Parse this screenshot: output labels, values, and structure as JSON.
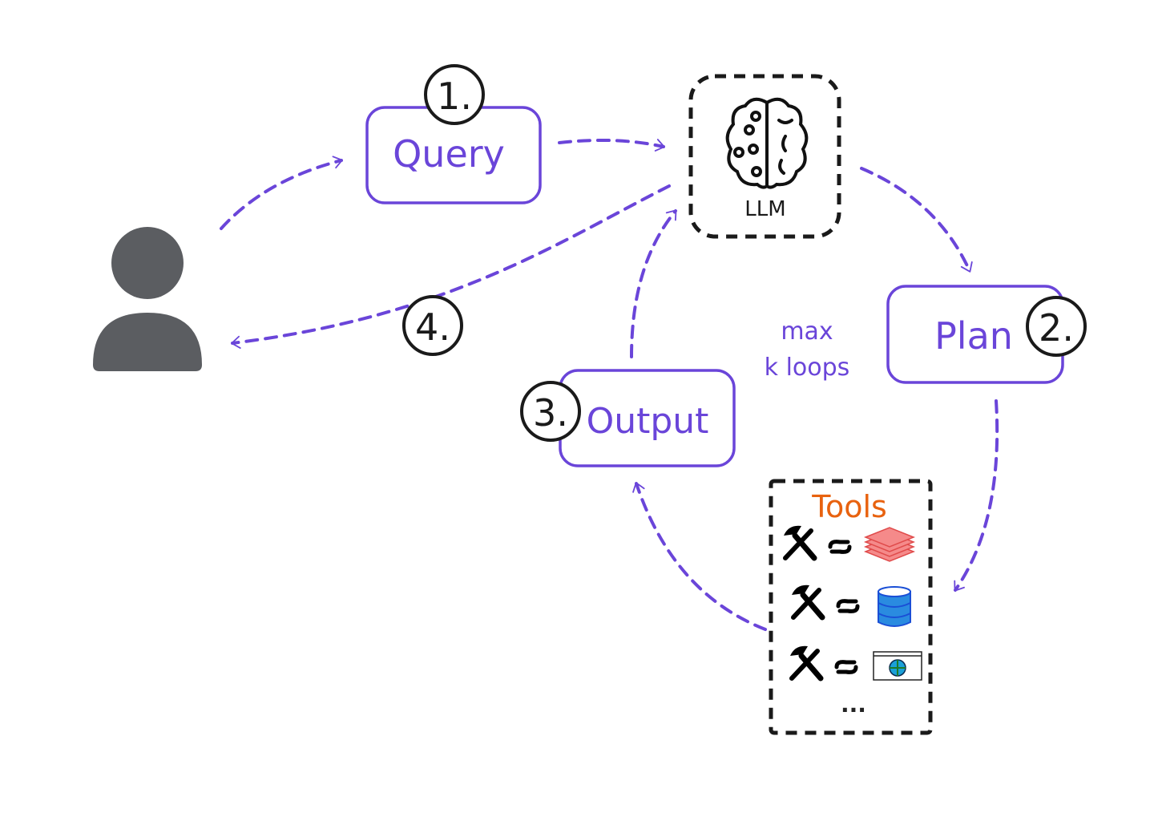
{
  "colors": {
    "accent": "#6a45d9",
    "tools_title": "#e8620f",
    "person": "#5b5d61",
    "outline": "#1a1a1a"
  },
  "nodes": {
    "query": {
      "label": "Query",
      "step": "1."
    },
    "llm": {
      "label": "LLM",
      "icon": "brain-circuit-icon"
    },
    "plan": {
      "label": "Plan",
      "step": "2."
    },
    "output": {
      "label": "Output",
      "step": "3."
    },
    "return_step": "4.",
    "user": {
      "icon": "user-icon"
    },
    "tools": {
      "title": "Tools",
      "more": "...",
      "items": [
        {
          "icon": "hammer-wrench-icon",
          "target": "layers-icon"
        },
        {
          "icon": "hammer-wrench-icon",
          "target": "database-icon"
        },
        {
          "icon": "hammer-wrench-icon",
          "target": "web-browser-icon"
        }
      ]
    }
  },
  "loop_note": {
    "line1": "max",
    "line2": "k loops"
  }
}
